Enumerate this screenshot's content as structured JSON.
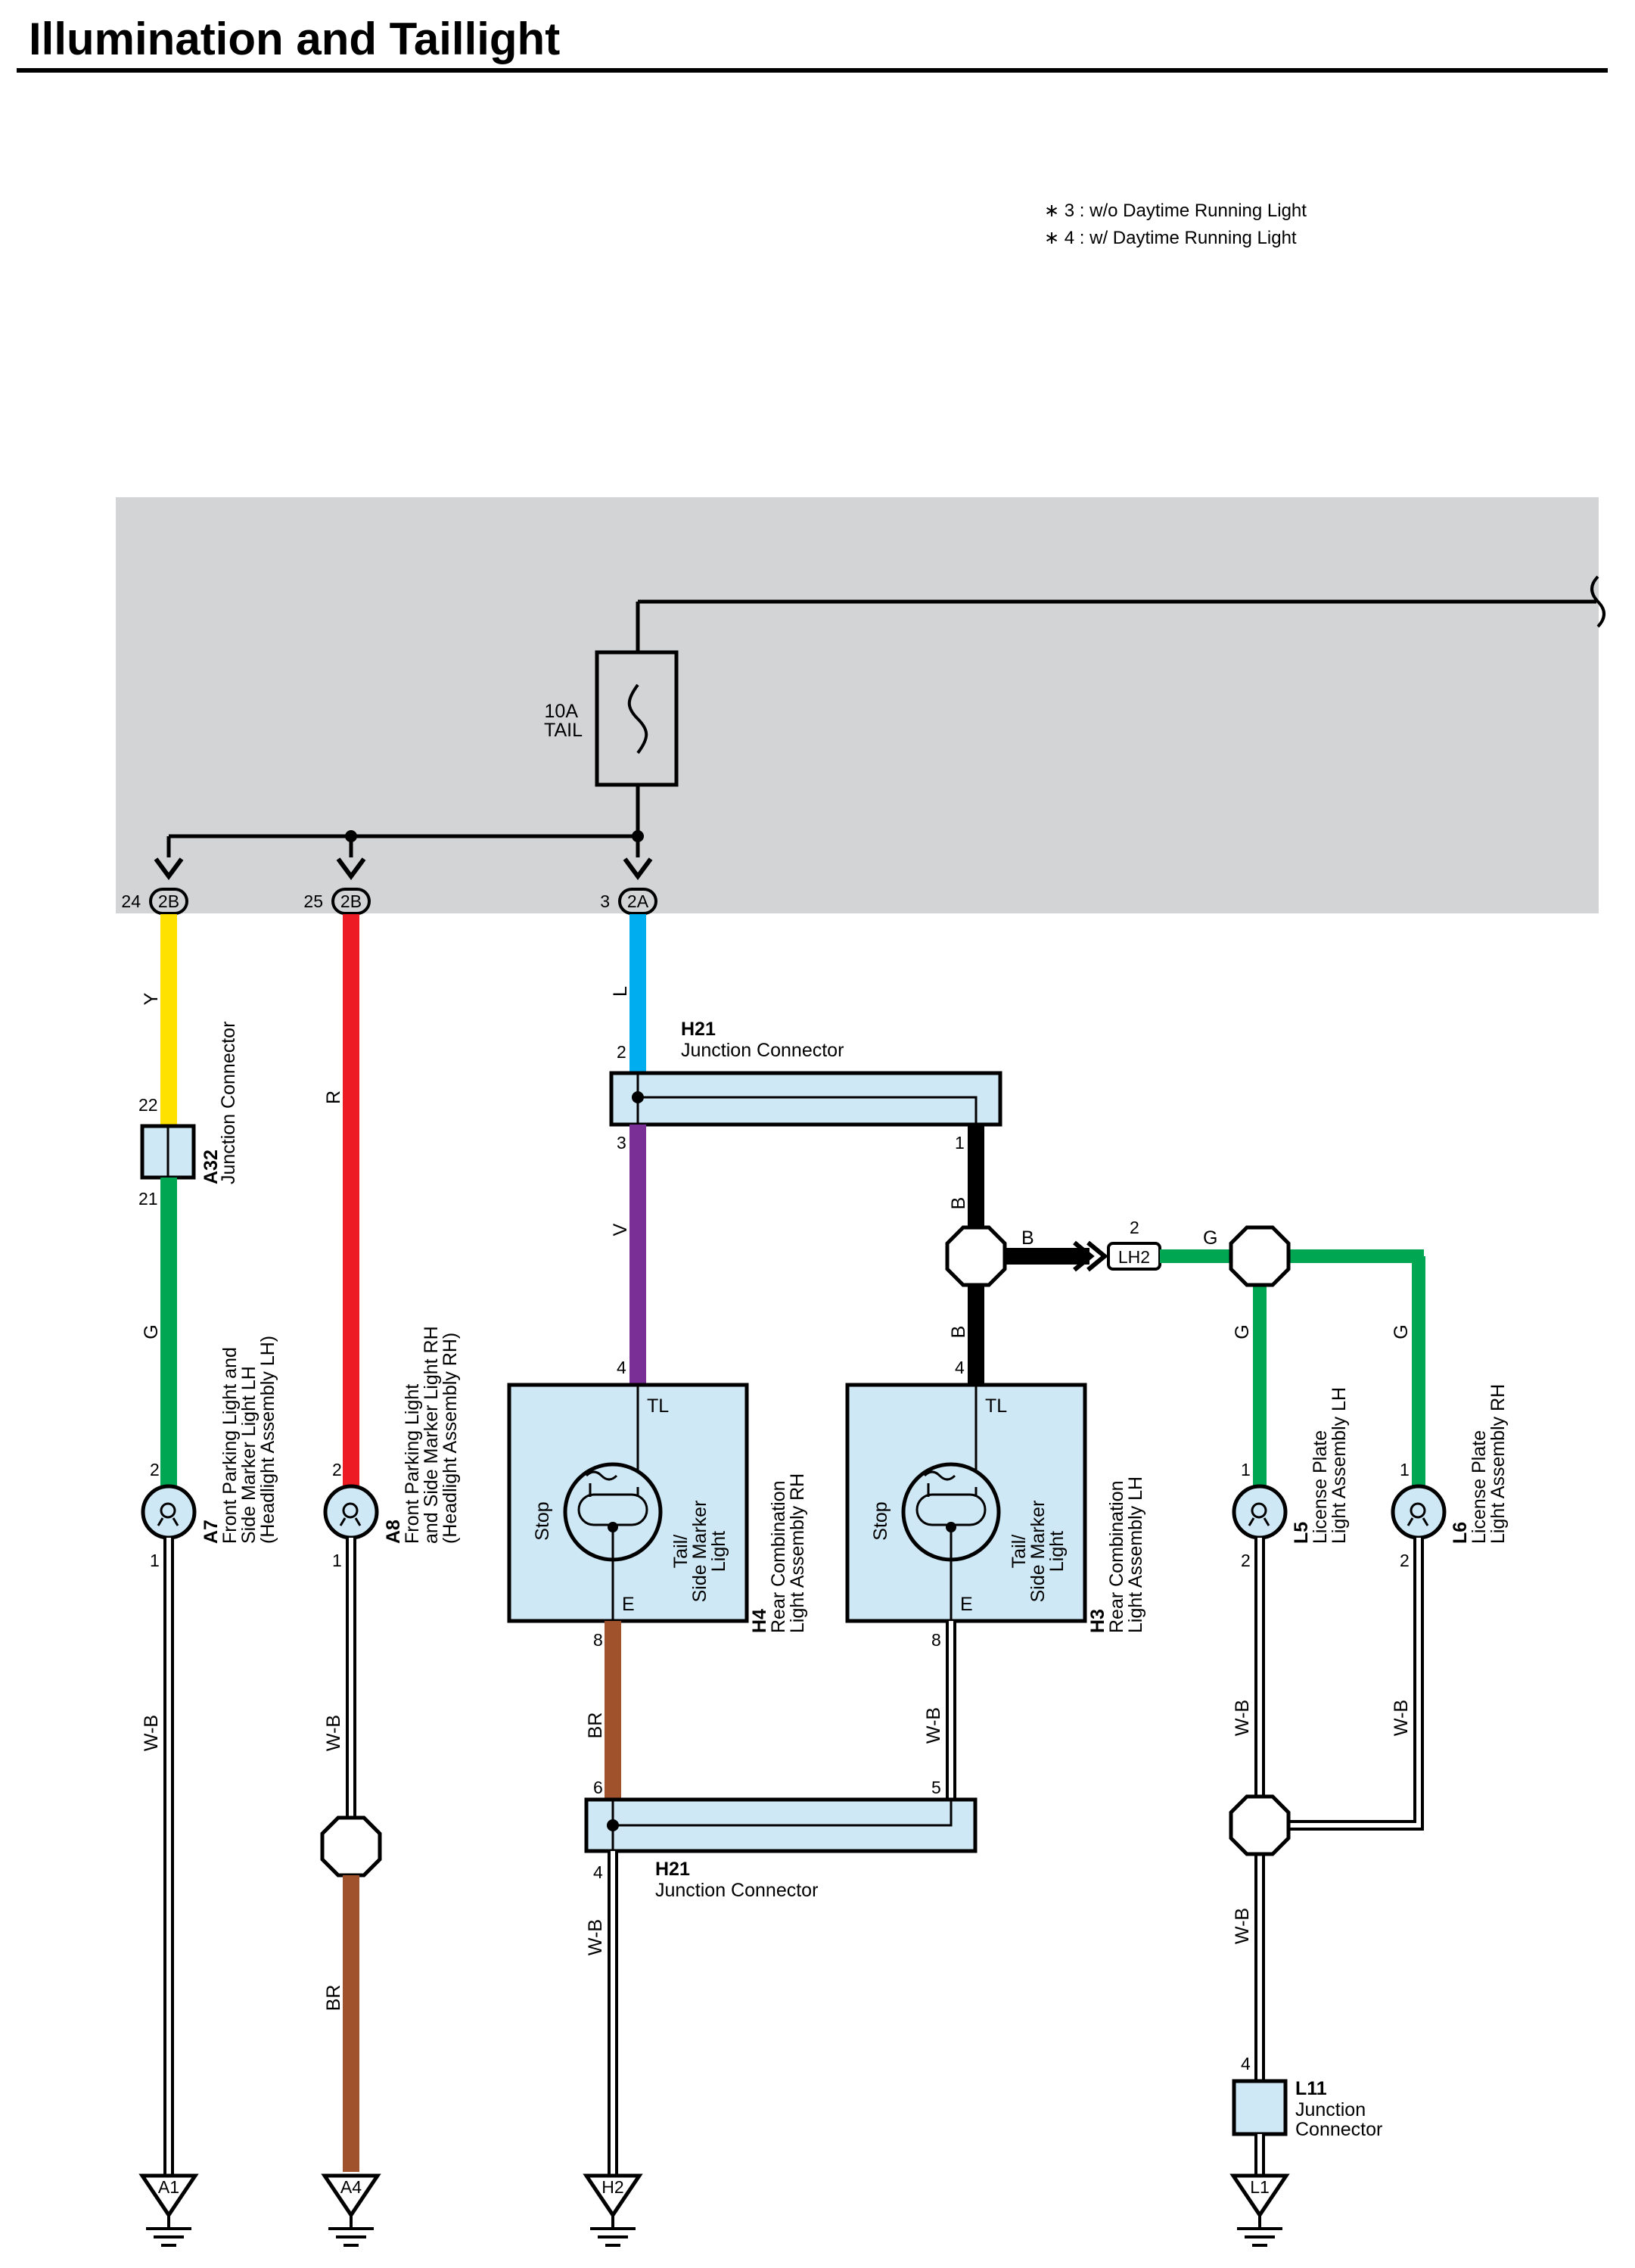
{
  "title": "Illumination and Taillight",
  "notes": [
    "∗ 3 : w/o Daytime Running Light",
    "∗ 4 : w/ Daytime Running Light"
  ],
  "colors": {
    "Y": "#ffe100",
    "G": "#00a651",
    "R": "#ed1c24",
    "L": "#00aeef",
    "V": "#7a2f96",
    "B": "#000000",
    "BR": "#a0522d",
    "connector_fill": "#cfe8f5",
    "junction_block_fill": "#d3d4d6"
  },
  "fuse": {
    "rating": "10A",
    "name": "TAIL"
  },
  "block_pins": [
    {
      "pin": "24",
      "connector": "2B"
    },
    {
      "pin": "25",
      "connector": "2B"
    },
    {
      "pin": "3",
      "connector": "2A"
    }
  ],
  "wires": {
    "y": "Y",
    "g": "G",
    "r": "R",
    "l": "L",
    "v": "V",
    "b": "B",
    "br": "BR",
    "wb": "W-B"
  },
  "components": {
    "a32": {
      "id": "A32",
      "name": "Junction Connector",
      "pin_top": "22",
      "pin_bottom": "21"
    },
    "a7": {
      "id": "A7",
      "lines": [
        "Front Parking Light and",
        "Side Marker Light LH",
        "(Headlight Assembly LH)"
      ],
      "pin_top": "2",
      "pin_bottom": "1"
    },
    "a8": {
      "id": "A8",
      "lines": [
        "Front Parking Light",
        "and Side Marker Light RH",
        "(Headlight Assembly RH)"
      ],
      "pin_top": "2",
      "pin_bottom": "1"
    },
    "h21_top": {
      "id": "H21",
      "name": "Junction Connector",
      "pin_in": "2",
      "pin_out_left": "3",
      "pin_out_right": "1"
    },
    "h21_bottom": {
      "id": "H21",
      "name": "Junction Connector",
      "pin_in_left": "6",
      "pin_in_right": "5",
      "pin_out": "4"
    },
    "h4": {
      "id": "H4",
      "lines": [
        "Rear Combination",
        "Light Assembly RH"
      ],
      "pin_tl": "4",
      "pin_e": "8",
      "tl": "TL",
      "e": "E",
      "stop": "Stop",
      "tail": [
        "Tail/",
        "Side Marker",
        "Light"
      ]
    },
    "h3": {
      "id": "H3",
      "lines": [
        "Rear Combination",
        "Light Assembly LH"
      ],
      "pin_tl": "4",
      "pin_e": "8",
      "tl": "TL",
      "e": "E",
      "stop": "Stop",
      "tail": [
        "Tail/",
        "Side Marker",
        "Light"
      ]
    },
    "lh2": {
      "id": "LH2",
      "pin": "2"
    },
    "l5": {
      "id": "L5",
      "lines": [
        "License Plate",
        "Light Assembly LH"
      ],
      "pin_top": "1",
      "pin_bottom": "2"
    },
    "l6": {
      "id": "L6",
      "lines": [
        "License Plate",
        "Light Assembly RH"
      ],
      "pin_top": "1",
      "pin_bottom": "2"
    },
    "l11": {
      "id": "L11",
      "lines": [
        "Junction",
        "Connector"
      ],
      "pin": "4"
    }
  },
  "grounds": [
    "A1",
    "A4",
    "H2",
    "L1"
  ]
}
